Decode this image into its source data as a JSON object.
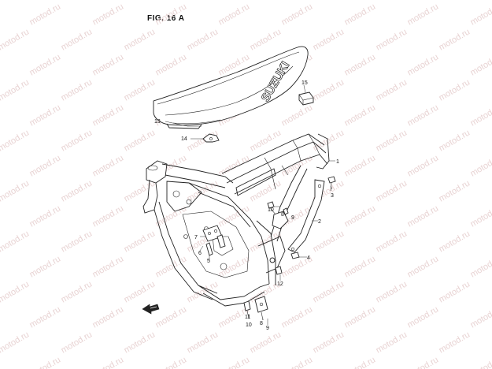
{
  "figure": {
    "title": "FIG. 16 A",
    "watermark_text": "motod.ru",
    "seat_brand": "SUZUKI"
  },
  "callouts": [
    {
      "id": "1",
      "label": "1"
    },
    {
      "id": "2",
      "label": "2"
    },
    {
      "id": "3",
      "label": "3"
    },
    {
      "id": "4",
      "label": "4"
    },
    {
      "id": "5",
      "label": "5"
    },
    {
      "id": "6",
      "label": "6"
    },
    {
      "id": "7",
      "label": "7"
    },
    {
      "id": "8",
      "label": "8"
    },
    {
      "id": "9",
      "label": "9"
    },
    {
      "id": "10",
      "label": "10"
    },
    {
      "id": "11",
      "label": "11"
    },
    {
      "id": "12",
      "label": "12"
    },
    {
      "id": "13",
      "label": "13"
    },
    {
      "id": "14",
      "label": "14"
    },
    {
      "id": "15",
      "label": "15"
    }
  ],
  "icons": {
    "front_arrow": "front-direction-arrow-icon"
  },
  "colors": {
    "watermark": "#e8d3d3",
    "line": "#222222",
    "background": "#ffffff"
  }
}
